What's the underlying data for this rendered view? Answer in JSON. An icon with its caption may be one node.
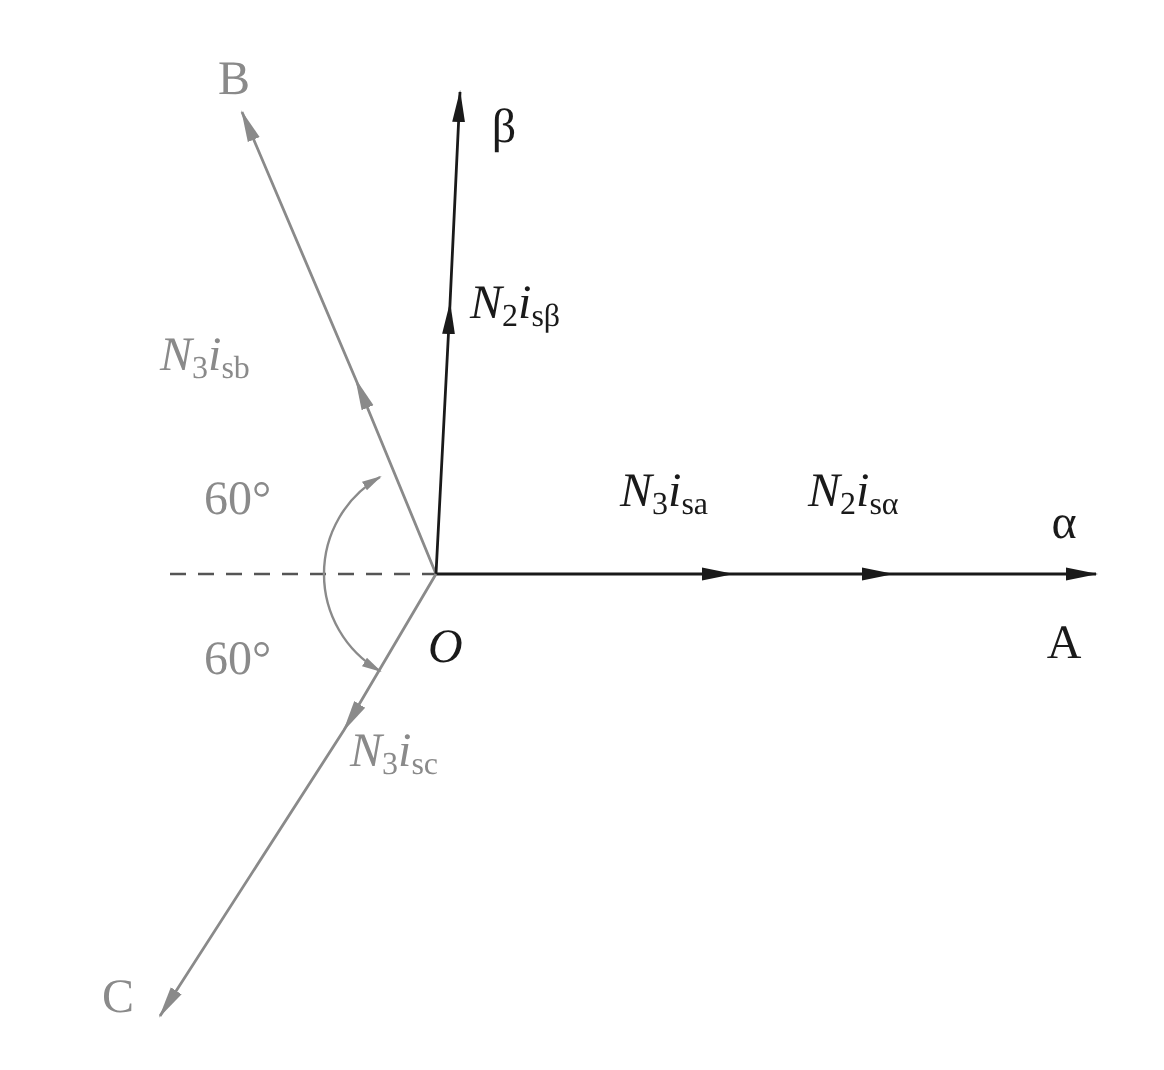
{
  "diagram": {
    "nodes": [
      {
        "text": [
          "B"
        ]
      },
      {
        "text": [
          "β"
        ]
      },
      {
        "text": [
          "α",
          "A"
        ]
      },
      {
        "text": [
          "C"
        ]
      }
    ],
    "edges": [
      {
        "from": null,
        "to": 0,
        "arrow": "to",
        "color": "#8a8a8a"
      },
      {
        "from": null,
        "to": 1,
        "arrow": "to",
        "color": "#1a1a1a"
      },
      {
        "from": null,
        "to": 2,
        "arrow": "to",
        "color": "#1a1a1a"
      },
      {
        "from": null,
        "to": 3,
        "arrow": "to",
        "color": "#8a8a8a"
      }
    ],
    "labels": [
      "*N*$_{2}$*i*$_{sβ}$",
      "*N*$_{3}$*i*$_{sb}$",
      "60°",
      "*N*$_{3}$*i*$_{sa}$",
      "*N*$_{2}$*i*$_{sα}$",
      "O",
      "60°",
      "*N*$_{3}$*i*$_{sc}$"
    ]
  }
}
